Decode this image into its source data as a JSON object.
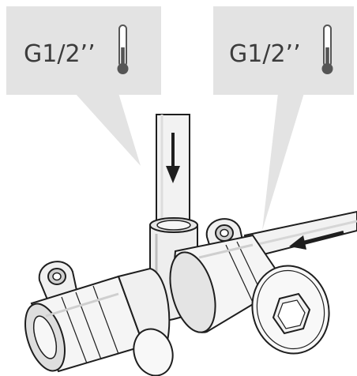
{
  "callouts": [
    {
      "label": "G1/2’’",
      "icon": "thermometer-cold-icon"
    },
    {
      "label": "G1/2’’",
      "icon": "thermometer-cold-icon"
    }
  ],
  "arrows": [
    {
      "direction": "down",
      "icon": "flow-arrow-down-icon"
    },
    {
      "direction": "left",
      "icon": "flow-arrow-left-icon"
    }
  ],
  "colors": {
    "callout_fill": "#e3e3e3",
    "line": "#1e1e1e",
    "thermometer_fill": "#555555",
    "pipe_fill": "#f2f2f2",
    "part_fill": "#f5f5f5"
  }
}
